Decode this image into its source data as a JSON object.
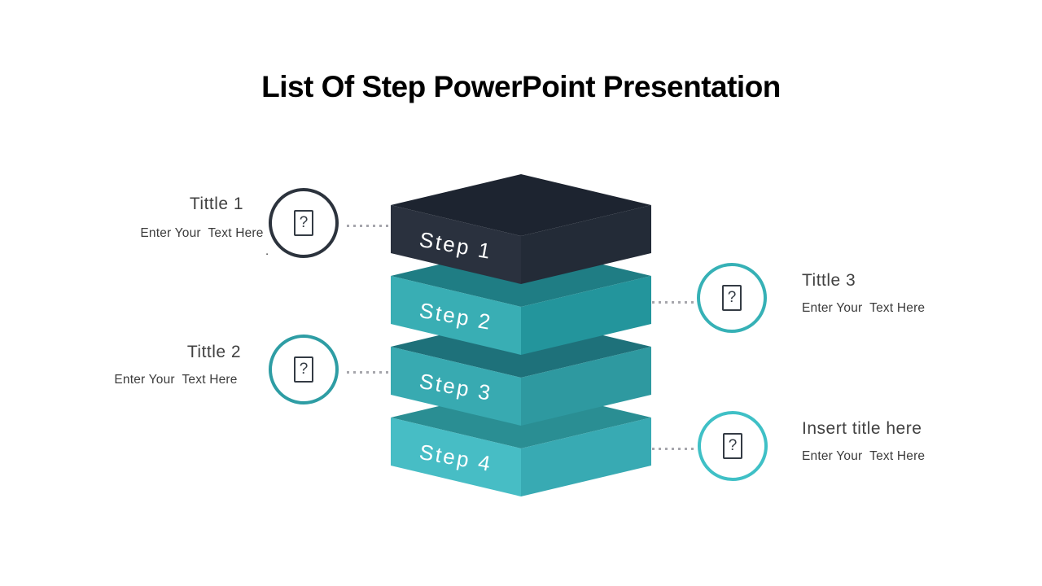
{
  "slide": {
    "title": "List Of Step PowerPoint Presentation",
    "background_color": "#ffffff",
    "title_color": "#000000"
  },
  "diagram": {
    "type": "stacked-3d-layers",
    "label_color": "#ffffff",
    "steps": [
      {
        "label": "Step 1",
        "top_color": "#1d2430",
        "left_color": "#2a313e",
        "right_color": "#232b37"
      },
      {
        "label": "Step 2",
        "top_color": "#1f7d84",
        "left_color": "#39aeb4",
        "right_color": "#23959c"
      },
      {
        "label": "Step 3",
        "top_color": "#1e717a",
        "left_color": "#38aab1",
        "right_color": "#2e99a0"
      },
      {
        "label": "Step 4",
        "top_color": "#2a8e93",
        "left_color": "#47bdc5",
        "right_color": "#38aab3"
      }
    ]
  },
  "callouts": [
    {
      "title": "Tittle 1",
      "body": "Enter Your  Text Here",
      "side": "left",
      "circle_color": "#2c333d",
      "icon": "question-box-icon",
      "stray_period": "."
    },
    {
      "title": "Tittle 2",
      "body": "Enter Your  Text Here",
      "side": "left",
      "circle_color": "#2e9da4",
      "icon": "question-box-icon"
    },
    {
      "title": "Tittle 3",
      "body": "Enter Your  Text Here",
      "side": "right",
      "circle_color": "#36b1b6",
      "icon": "question-box-icon"
    },
    {
      "title": "Insert title here",
      "body": "Enter Your  Text Here",
      "side": "right",
      "circle_color": "#3fc0c6",
      "icon": "question-box-icon"
    }
  ],
  "icon_glyph": "?",
  "connector_color": "#a6a6ac"
}
